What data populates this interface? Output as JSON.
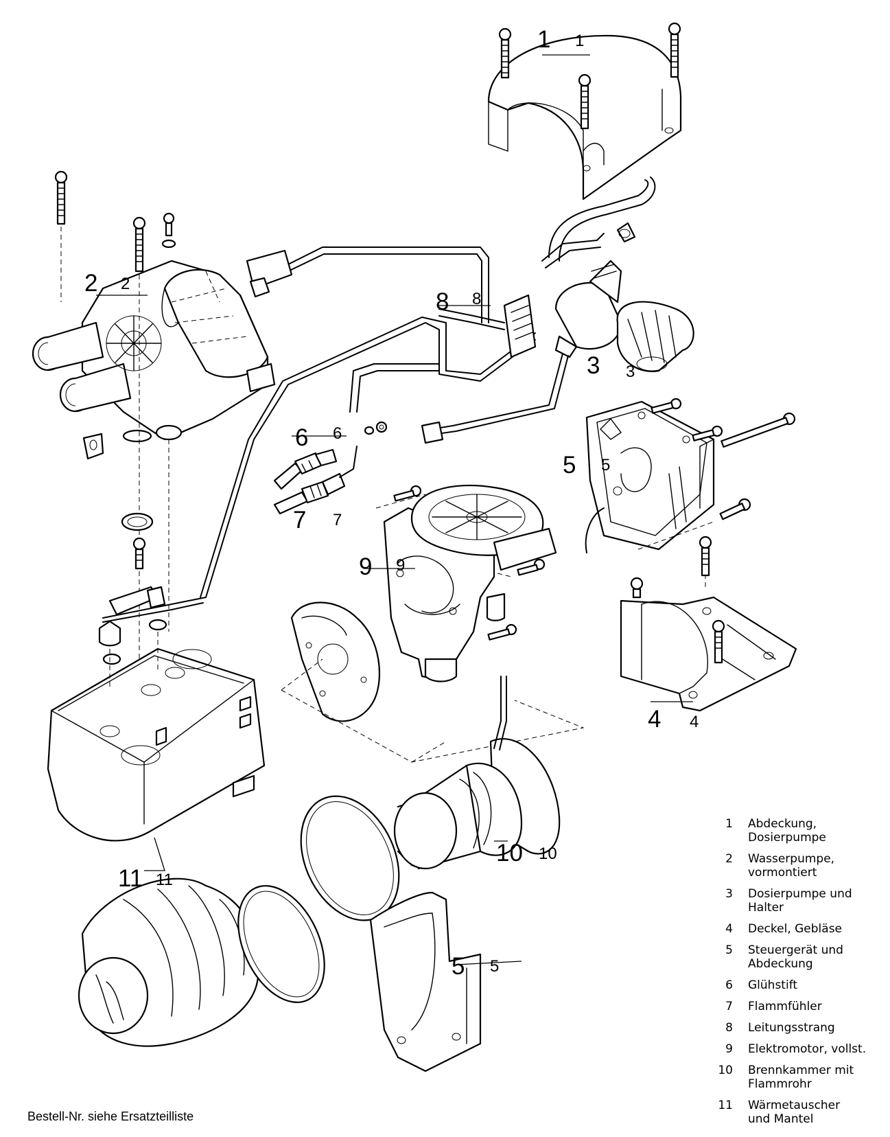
{
  "callouts": [
    {
      "id": "1",
      "large": "1",
      "small": "1"
    },
    {
      "id": "2",
      "large": "2",
      "small": "2"
    },
    {
      "id": "3",
      "large": "3",
      "small": "3"
    },
    {
      "id": "4",
      "large": "4",
      "small": "4"
    },
    {
      "id": "5a",
      "large": "5",
      "small": "5"
    },
    {
      "id": "5b",
      "large": "5",
      "small": "5"
    },
    {
      "id": "6",
      "large": "6",
      "small": "6"
    },
    {
      "id": "7",
      "large": "7",
      "small": "7"
    },
    {
      "id": "8",
      "large": "8",
      "small": "8"
    },
    {
      "id": "9",
      "large": "9",
      "small": "9"
    },
    {
      "id": "10",
      "large": "10",
      "small": "10"
    },
    {
      "id": "11",
      "large": "11",
      "small": "11"
    }
  ],
  "legend": [
    {
      "num": "1",
      "text": "Abdeckung,\nDosierpumpe"
    },
    {
      "num": "2",
      "text": "Wasserpumpe,\nvormontiert"
    },
    {
      "num": "3",
      "text": "Dosierpumpe und\nHalter"
    },
    {
      "num": "4",
      "text": "Deckel, Gebläse"
    },
    {
      "num": "5",
      "text": "Steuergerät und\nAbdeckung"
    },
    {
      "num": "6",
      "text": "Glühstift"
    },
    {
      "num": "7",
      "text": "Flammfühler"
    },
    {
      "num": "8",
      "text": "Leitungsstrang"
    },
    {
      "num": "9",
      "text": "Elektromotor, vollst."
    },
    {
      "num": "10",
      "text": "Brennkammer mit\nFlammrohr"
    },
    {
      "num": "11",
      "text": "Wärmetauscher\nund Mantel"
    }
  ],
  "footnote": "Bestell-Nr. siehe Ersatzteilliste"
}
